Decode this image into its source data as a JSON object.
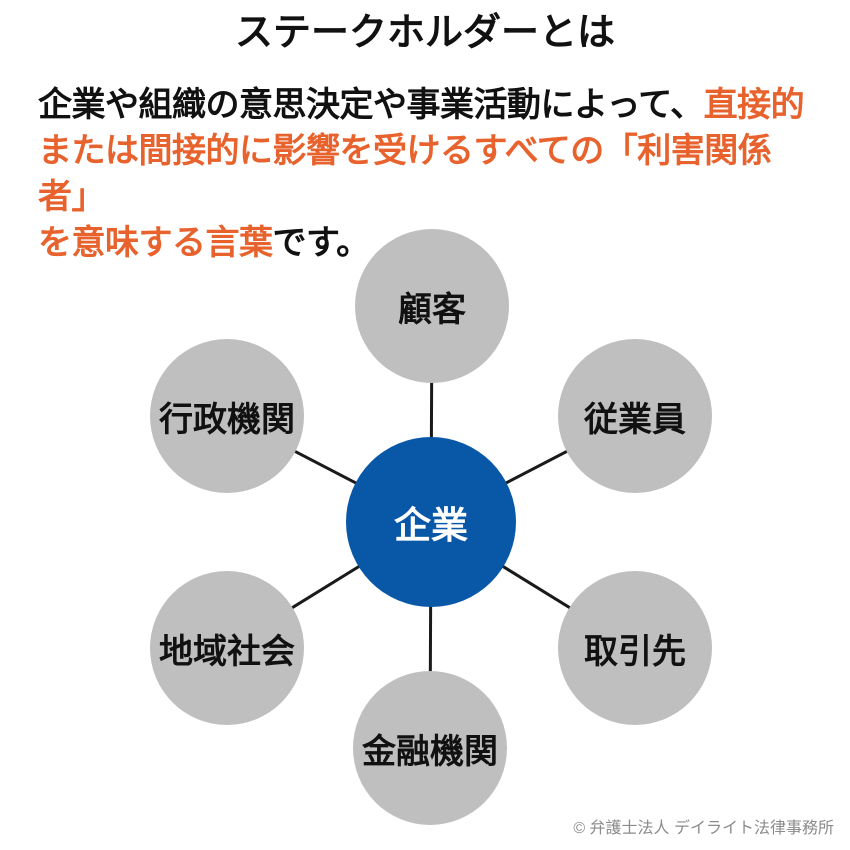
{
  "header": {
    "title": "ステークホルダーとは"
  },
  "definition": {
    "segments": {
      "lead_black": "企業や組織の意思決定や事業活動によって、",
      "highlight_line1": "直接的",
      "highlight_line2": "または間接的に影響を受けるすべての「利害関係者」",
      "highlight_line3": "を意味する言葉",
      "tail_black": "です。"
    }
  },
  "diagram": {
    "center": {
      "label": "企業"
    },
    "satellites": [
      {
        "id": "customers",
        "label": "顧客"
      },
      {
        "id": "employees",
        "label": "従業員"
      },
      {
        "id": "partners",
        "label": "取引先"
      },
      {
        "id": "financial",
        "label": "金融機関"
      },
      {
        "id": "community",
        "label": "地域社会"
      },
      {
        "id": "government",
        "label": "行政機関"
      }
    ]
  },
  "footer": {
    "copyright": "© 弁護士法人 デイライト法律事務所"
  },
  "colors": {
    "highlight": "#e8622d",
    "center_circle": "#0958a8",
    "satellite_circle": "#bfbfbf",
    "connector": "#1a1a1a"
  }
}
